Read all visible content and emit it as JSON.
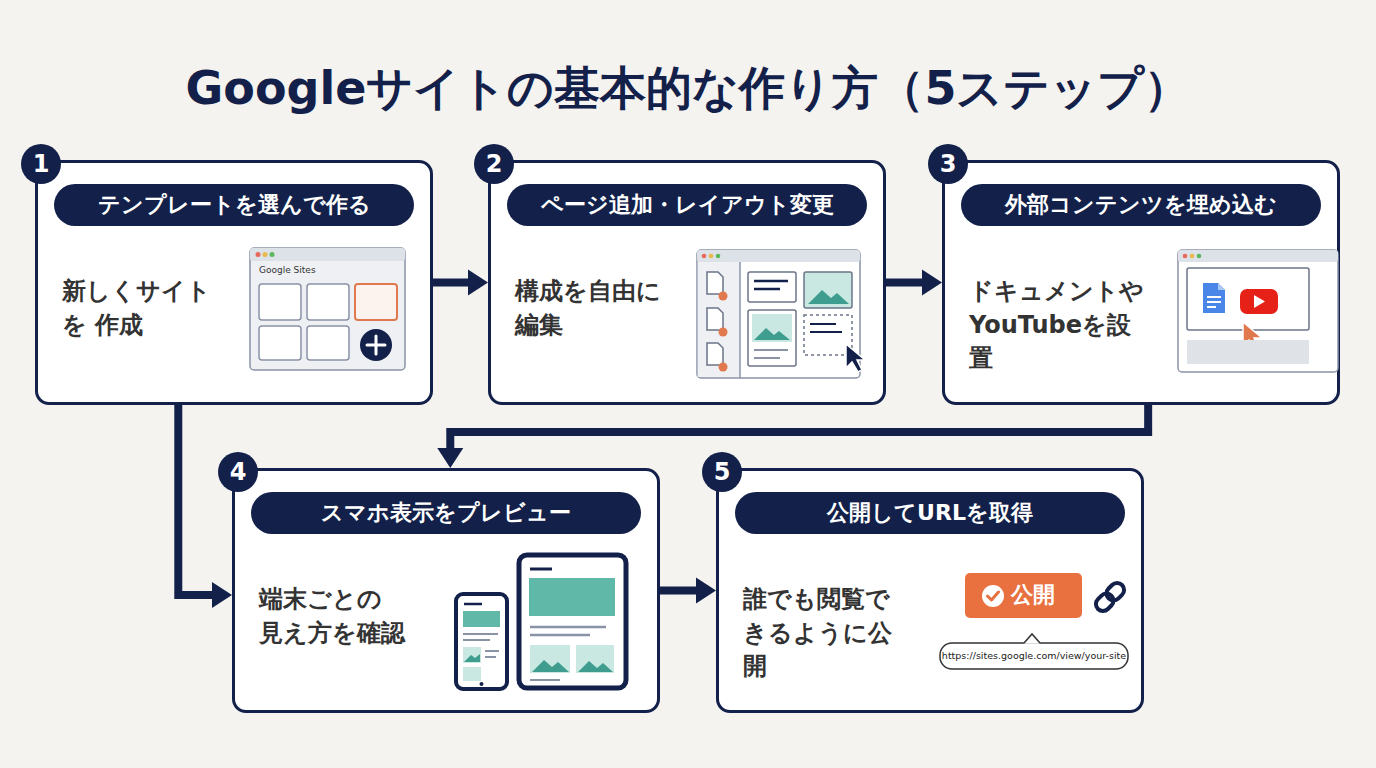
{
  "diagram": {
    "title": "Googleサイトの基本的な作り方（5ステップ）",
    "nodes": [
      {
        "text": [
          "1",
          "テンプレートを選んで作る",
          "新しくサイトを 作成"
        ]
      },
      {
        "text": [
          "2",
          "ページ追加・レイアウト変更",
          "構成を自由に 編集"
        ]
      },
      {
        "text": [
          "3",
          "外部コンテンツを埋め込む",
          "ドキュメントや YouTubeを設置"
        ]
      },
      {
        "text": [
          "4",
          "スマホ表示をプレビュー",
          "端末ごとの 見え方を確認"
        ]
      },
      {
        "text": [
          "5",
          "公開してURLを取得",
          "誰でも閲覧で きるように公開"
        ]
      }
    ],
    "edges": [
      {
        "from": 0,
        "to": 1,
        "arrow": "to"
      },
      {
        "from": 1,
        "to": 2,
        "arrow": "to"
      },
      {
        "from": 2,
        "to": 3,
        "arrow": "to"
      },
      {
        "from": 0,
        "to": 3,
        "arrow": "to"
      },
      {
        "from": 3,
        "to": 4,
        "arrow": "to"
      }
    ],
    "labels": [
      "Google Sites",
      "公開",
      "https://sites.google.com/view/your-site"
    ]
  }
}
